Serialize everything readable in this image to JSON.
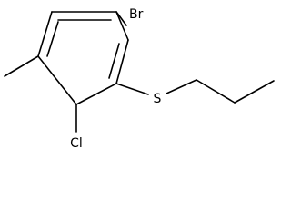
{
  "molecule": {
    "atoms": {
      "bromine": "Br",
      "sulfur": "S",
      "chlorine": "Cl"
    }
  },
  "colors": {
    "line": "#000000",
    "background": "#ffffff"
  }
}
